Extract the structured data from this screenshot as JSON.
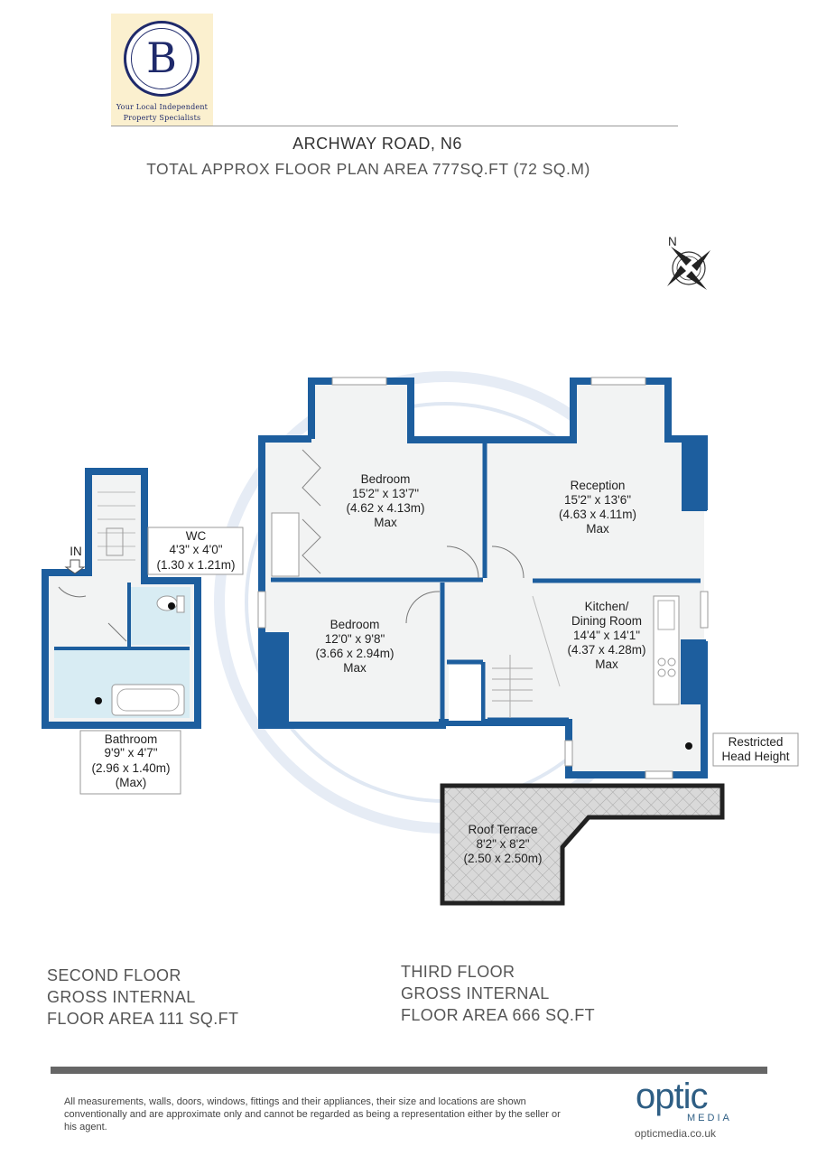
{
  "logo": {
    "letter": "B",
    "tagline_1": "Your Local Independent",
    "tagline_2": "Property Specialists"
  },
  "header": {
    "title": "ARCHWAY ROAD, N6",
    "subtitle": "TOTAL APPROX FLOOR PLAN AREA 777SQ.FT (72 SQ.M)"
  },
  "compass": {
    "label": "N"
  },
  "rooms": {
    "wc": {
      "name": "WC",
      "imperial": "4'3\" x 4'0\"",
      "metric": "(1.30 x 1.21m)"
    },
    "bathroom": {
      "name": "Bathroom",
      "imperial": "9'9\" x 4'7\"",
      "metric": "(2.96 x 1.40m)",
      "note": "(Max)"
    },
    "bedroom1": {
      "name": "Bedroom",
      "imperial": "15'2\" x 13'7\"",
      "metric": "(4.62 x 4.13m)",
      "note": "Max"
    },
    "bedroom2": {
      "name": "Bedroom",
      "imperial": "12'0\" x 9'8\"",
      "metric": "(3.66 x 2.94m)",
      "note": "Max"
    },
    "reception": {
      "name": "Reception",
      "imperial": "15'2\" x 13'6\"",
      "metric": "(4.63 x 4.11m)",
      "note": "Max"
    },
    "kitchen": {
      "name_1": "Kitchen/",
      "name_2": "Dining Room",
      "imperial": "14'4\" x 14'1\"",
      "metric": "(4.37 x 4.28m)",
      "note": "Max"
    },
    "terrace": {
      "name": "Roof Terrace",
      "imperial": "8'2\" x 8'2\"",
      "metric": "(2.50 x 2.50m)"
    },
    "restricted": {
      "line_1": "Restricted",
      "line_2": "Head Height"
    },
    "entry": {
      "label": "IN"
    }
  },
  "floors": {
    "second": {
      "line_1": "SECOND FLOOR",
      "line_2": "GROSS INTERNAL",
      "line_3": "FLOOR AREA 111 SQ.FT"
    },
    "third": {
      "line_1": "THIRD FLOOR",
      "line_2": "GROSS INTERNAL",
      "line_3": "FLOOR AREA 666 SQ.FT"
    }
  },
  "footer": {
    "disclaimer": "All measurements, walls, doors, windows, fittings and their appliances, their size and locations are shown conventionally and are approximate only and cannot be regarded as being a representation either by the seller or his agent.",
    "brand": "optic",
    "brand_sub": "MEDIA",
    "url": "opticmedia.co.uk"
  },
  "colors": {
    "wall": "#1d5e9e",
    "floor": "#f2f3f3",
    "bathroom_floor": "#d8ecf3",
    "watermark": "#d7e2f0",
    "terrace_border": "#222222"
  }
}
